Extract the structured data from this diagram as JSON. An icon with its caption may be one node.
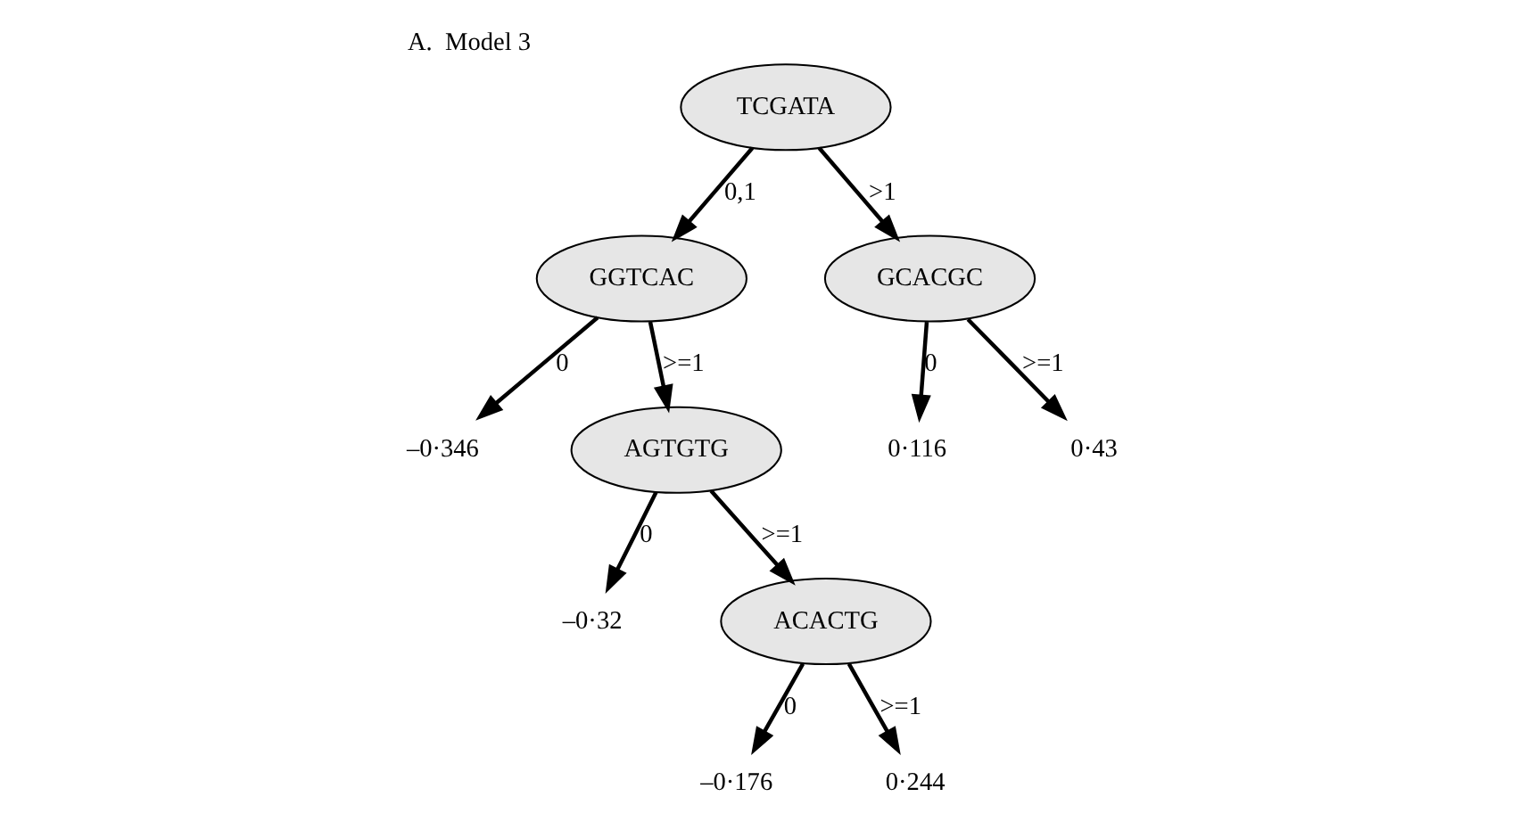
{
  "diagram": {
    "title": "A.  Model 3",
    "nodes": [
      {
        "text": [
          "TCGATA"
        ]
      },
      {
        "text": [
          "GGTCAC"
        ]
      },
      {
        "text": [
          "GCACGC"
        ]
      },
      {
        "text": [
          "–0·346"
        ]
      },
      {
        "text": [
          "AGTGTG"
        ]
      },
      {
        "text": [
          "0·116"
        ]
      },
      {
        "text": [
          "0·43"
        ]
      },
      {
        "text": [
          "–0·32"
        ]
      },
      {
        "text": [
          "ACACTG"
        ]
      },
      {
        "text": [
          "–0·176"
        ]
      },
      {
        "text": [
          "0·244"
        ]
      }
    ],
    "edges": [
      {
        "from": 0,
        "to": 1,
        "arrow": "to",
        "label": "0,1"
      },
      {
        "from": 0,
        "to": 2,
        "arrow": "to",
        "label": ">1"
      },
      {
        "from": 1,
        "to": 3,
        "arrow": "to",
        "label": "0"
      },
      {
        "from": 1,
        "to": 4,
        "arrow": "to",
        "label": ">=1"
      },
      {
        "from": 2,
        "to": 5,
        "arrow": "to",
        "label": "0"
      },
      {
        "from": 2,
        "to": 6,
        "arrow": "to",
        "label": ">=1"
      },
      {
        "from": 4,
        "to": 7,
        "arrow": "to",
        "label": "0"
      },
      {
        "from": 4,
        "to": 8,
        "arrow": "to",
        "label": ">=1"
      },
      {
        "from": 8,
        "to": 9,
        "arrow": "to",
        "label": "0"
      },
      {
        "from": 8,
        "to": 10,
        "arrow": "to",
        "label": ">=1"
      }
    ]
  }
}
